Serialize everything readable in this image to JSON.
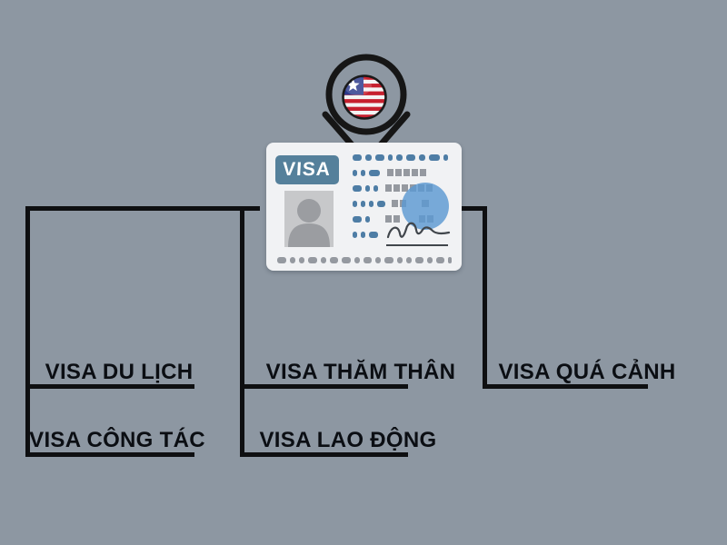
{
  "diagram": {
    "type": "visa-types-mindmap",
    "center_card": {
      "visa_label": "VISA"
    },
    "pin_flag_icon": "liberia-flag",
    "branches": [
      {
        "id": "du-lich",
        "label": "VISA DU LỊCH"
      },
      {
        "id": "tham-than",
        "label": "VISA THĂM THÂN"
      },
      {
        "id": "qua-canh",
        "label": "VISA QUÁ CẢNH"
      },
      {
        "id": "cong-tac",
        "label": "VISA CÔNG TÁC"
      },
      {
        "id": "lao-dong",
        "label": "VISA LAO ĐỘNG"
      }
    ]
  },
  "colors": {
    "background": "#8d97a2",
    "connector_line": "#0e0f11",
    "label_text": "#0b0e13",
    "card_background": "#f1f2f4",
    "visa_badge_blue": "#55809b",
    "stamp_blue": "#5c98d2",
    "dash_blue": "#4e7da5",
    "dash_gray": "#9599a0",
    "flag_red": "#c6202e",
    "flag_blue": "#2b3a8c"
  }
}
